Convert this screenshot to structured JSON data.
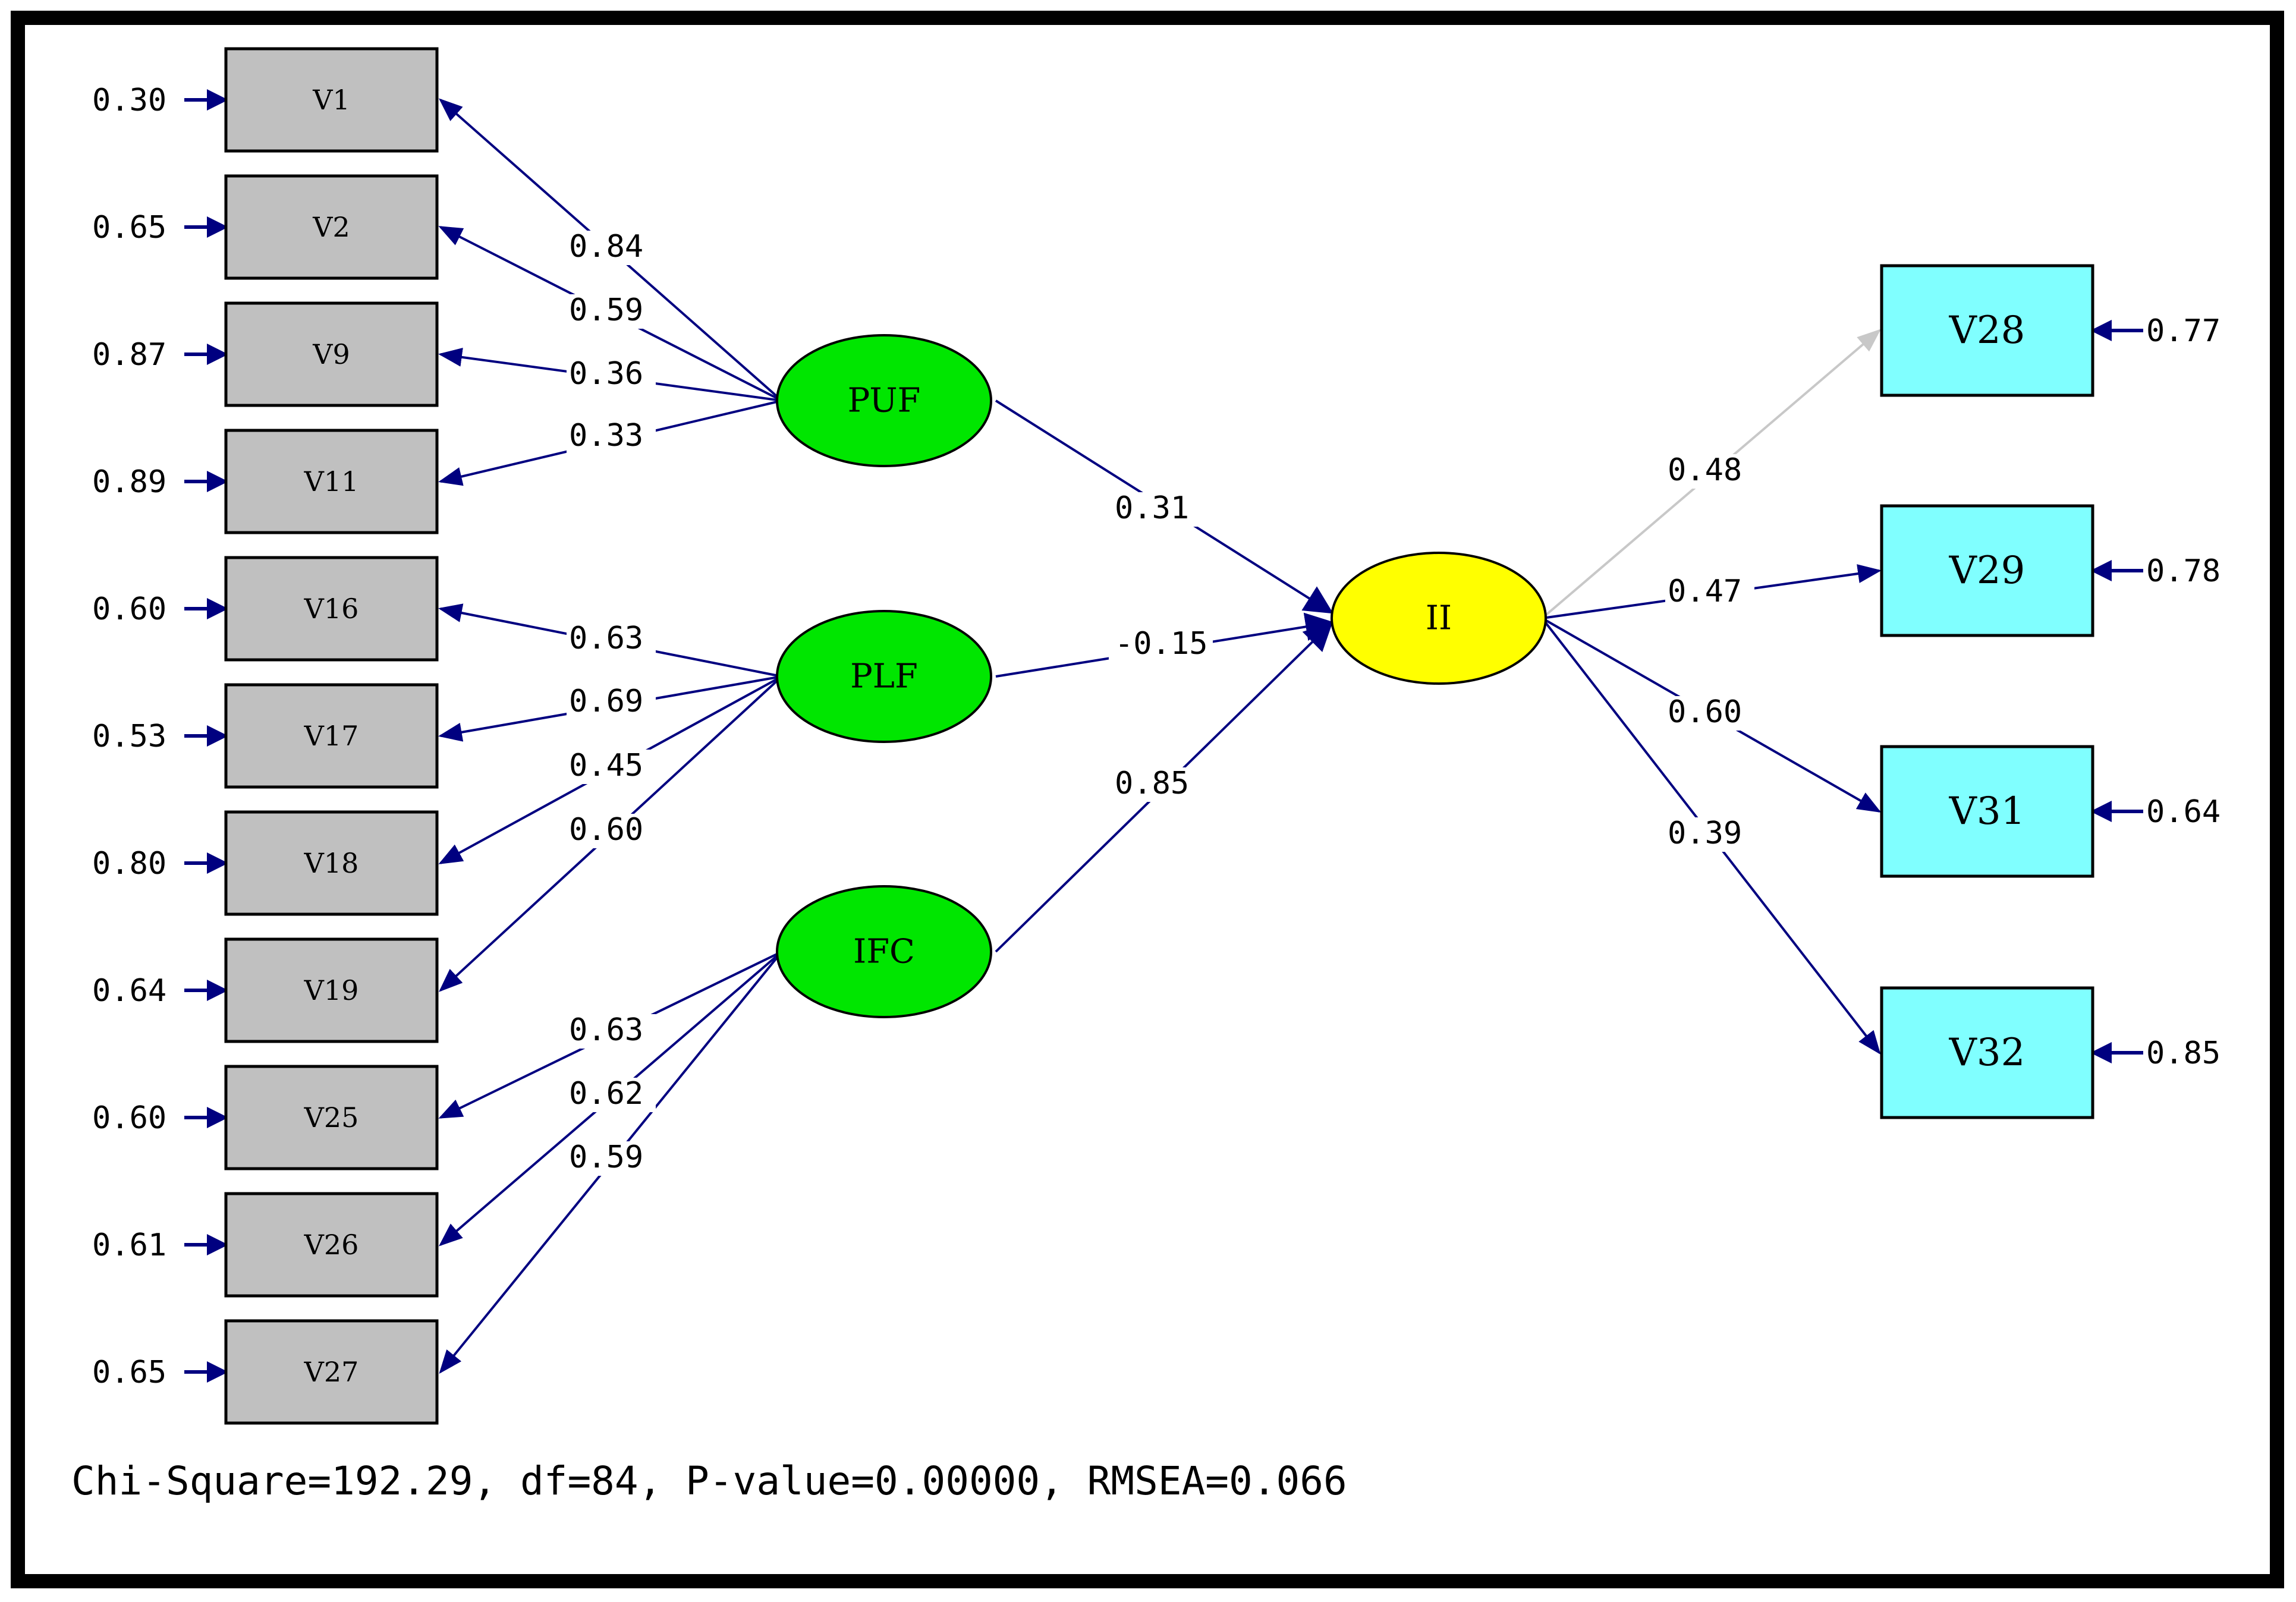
{
  "left_indicators": [
    {
      "name": "V1",
      "error": "0.30"
    },
    {
      "name": "V2",
      "error": "0.65"
    },
    {
      "name": "V9",
      "error": "0.87"
    },
    {
      "name": "V11",
      "error": "0.89"
    },
    {
      "name": "V16",
      "error": "0.60"
    },
    {
      "name": "V17",
      "error": "0.53"
    },
    {
      "name": "V18",
      "error": "0.80"
    },
    {
      "name": "V19",
      "error": "0.64"
    },
    {
      "name": "V25",
      "error": "0.60"
    },
    {
      "name": "V26",
      "error": "0.61"
    },
    {
      "name": "V27",
      "error": "0.65"
    }
  ],
  "latents": [
    {
      "name": "PUF",
      "color": "#00e600"
    },
    {
      "name": "PLF",
      "color": "#00e600"
    },
    {
      "name": "IFC",
      "color": "#00e600"
    },
    {
      "name": "II",
      "color": "#ffff00"
    }
  ],
  "right_indicators": [
    {
      "name": "V28",
      "error": "0.77"
    },
    {
      "name": "V29",
      "error": "0.78"
    },
    {
      "name": "V31",
      "error": "0.64"
    },
    {
      "name": "V32",
      "error": "0.85"
    }
  ],
  "loadings": [
    {
      "from": "PUF",
      "to": "V1",
      "value": "0.84"
    },
    {
      "from": "PUF",
      "to": "V2",
      "value": "0.59"
    },
    {
      "from": "PUF",
      "to": "V9",
      "value": "0.36"
    },
    {
      "from": "PUF",
      "to": "V11",
      "value": "0.33"
    },
    {
      "from": "PLF",
      "to": "V16",
      "value": "0.63"
    },
    {
      "from": "PLF",
      "to": "V17",
      "value": "0.69"
    },
    {
      "from": "PLF",
      "to": "V18",
      "value": "0.45"
    },
    {
      "from": "PLF",
      "to": "V19",
      "value": "0.60"
    },
    {
      "from": "IFC",
      "to": "V25",
      "value": "0.63"
    },
    {
      "from": "IFC",
      "to": "V26",
      "value": "0.62"
    },
    {
      "from": "IFC",
      "to": "V27",
      "value": "0.59"
    }
  ],
  "structural_paths": [
    {
      "from": "PUF",
      "to": "II",
      "value": "0.31"
    },
    {
      "from": "PLF",
      "to": "II",
      "value": "-0.15"
    },
    {
      "from": "IFC",
      "to": "II",
      "value": "0.85"
    }
  ],
  "outcome_loadings": [
    {
      "from": "II",
      "to": "V28",
      "value": "0.48",
      "fixed": true
    },
    {
      "from": "II",
      "to": "V29",
      "value": "0.47"
    },
    {
      "from": "II",
      "to": "V31",
      "value": "0.60"
    },
    {
      "from": "II",
      "to": "V32",
      "value": "0.39"
    }
  ],
  "fit_statistics": "Chi-Square=192.29, df=84, P-value=0.00000, RMSEA=0.066",
  "colors": {
    "path": "#000080",
    "fixed_path": "#c8c8c8",
    "left_box": "#c0c0c0",
    "right_box": "#80ffff",
    "border": "#000000"
  }
}
